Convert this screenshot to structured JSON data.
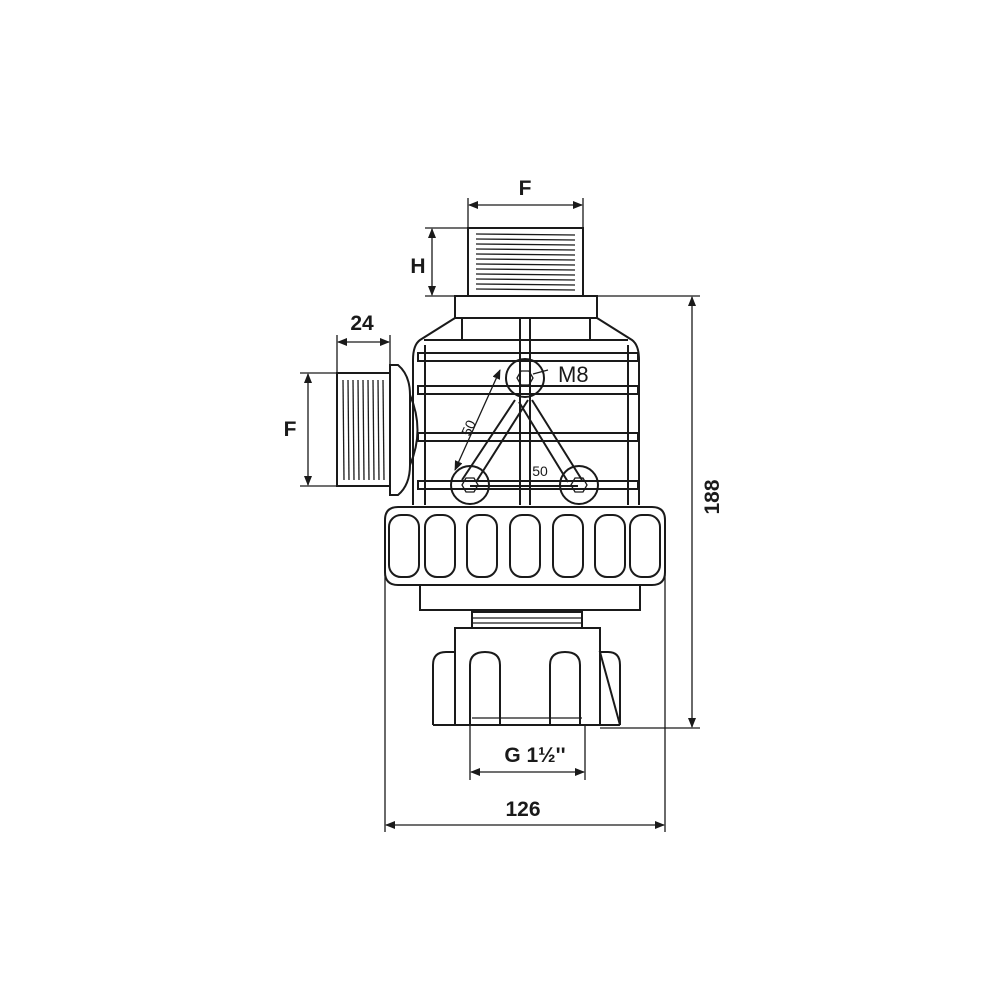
{
  "drawing": {
    "labels": {
      "top_thread_width": "F",
      "top_thread_height": "H",
      "side_port_length": "24",
      "side_port_width": "F",
      "bolt": "M8",
      "bolt_spacing_diagonal": "50",
      "bolt_spacing_horizontal": "50",
      "overall_height": "188",
      "outlet_thread": "G 1½''",
      "overall_width": "126"
    },
    "line_color": "#1a1a1a"
  }
}
